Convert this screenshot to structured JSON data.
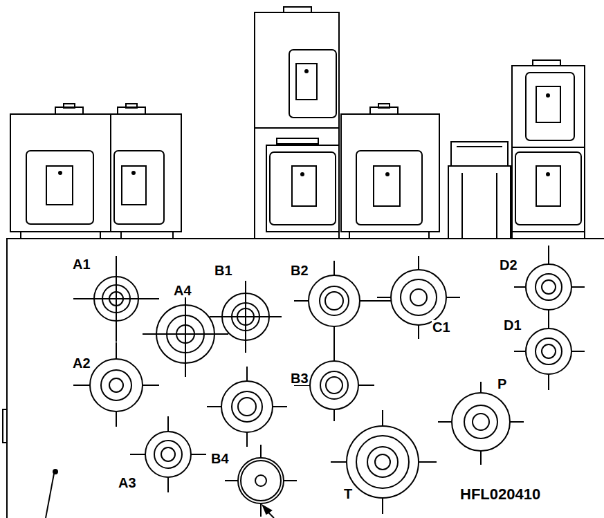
{
  "diagram": {
    "labels": [
      "A1",
      "A4",
      "B1",
      "B2",
      "C1",
      "D2",
      "D1",
      "A2",
      "B3",
      "P",
      "B4",
      "A3",
      "T",
      "HFL020410"
    ]
  }
}
